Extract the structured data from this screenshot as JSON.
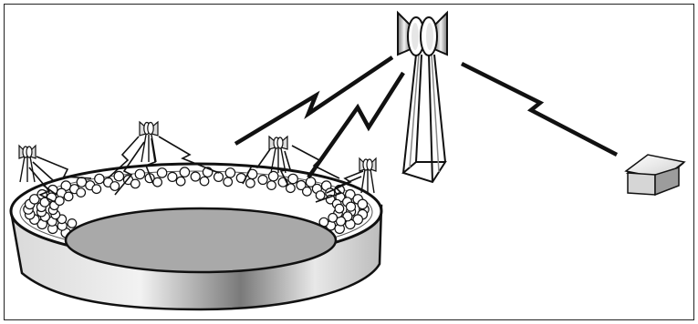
{
  "diagram": {
    "description_text": "",
    "colors": {
      "background": "#ffffff",
      "frame": "#222222",
      "stroke": "#111111",
      "crowd_fill": "#ffffff",
      "field_fill": "#a9a9a9",
      "tower_mid": "#e6e6e6",
      "house_wall": "#bdbdbd"
    },
    "elements": {
      "stadium": "stadium-crowd",
      "small_cells": 4,
      "macro_tower": "macro-tower",
      "house": "residential-house"
    }
  }
}
